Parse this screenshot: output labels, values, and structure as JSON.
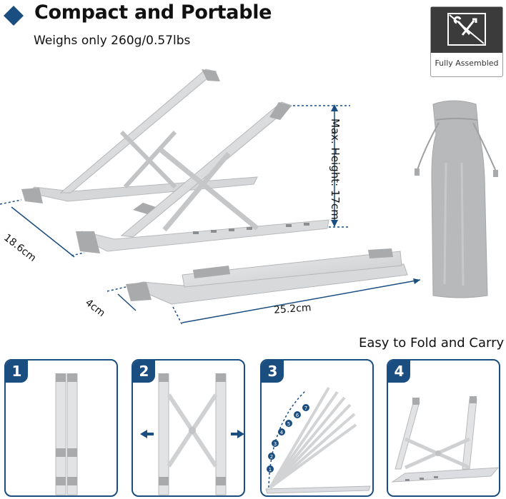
{
  "header": {
    "title": "Compact and Portable",
    "subtitle": "Weighs only 260g/0.57lbs"
  },
  "badge": {
    "label": "Fully Assembled",
    "icon": "no-tools-icon"
  },
  "dimensions": {
    "depth": "18.6cm",
    "max_height": "Max. Height: 17cm",
    "folded_thickness": "4cm",
    "width": "25.2cm"
  },
  "fold_caption": "Easy to Fold and Carry",
  "steps": [
    {
      "number": "1"
    },
    {
      "number": "2"
    },
    {
      "number": "3",
      "angle_labels": [
        "1",
        "2",
        "3",
        "4",
        "5",
        "6",
        "7"
      ]
    },
    {
      "number": "4"
    }
  ],
  "colors": {
    "accent": "#1a4d80",
    "aluminum": "#d9dadc",
    "pad": "#a9aaac",
    "dim_line": "#1a4d80",
    "pouch": "#b5b6b8"
  }
}
